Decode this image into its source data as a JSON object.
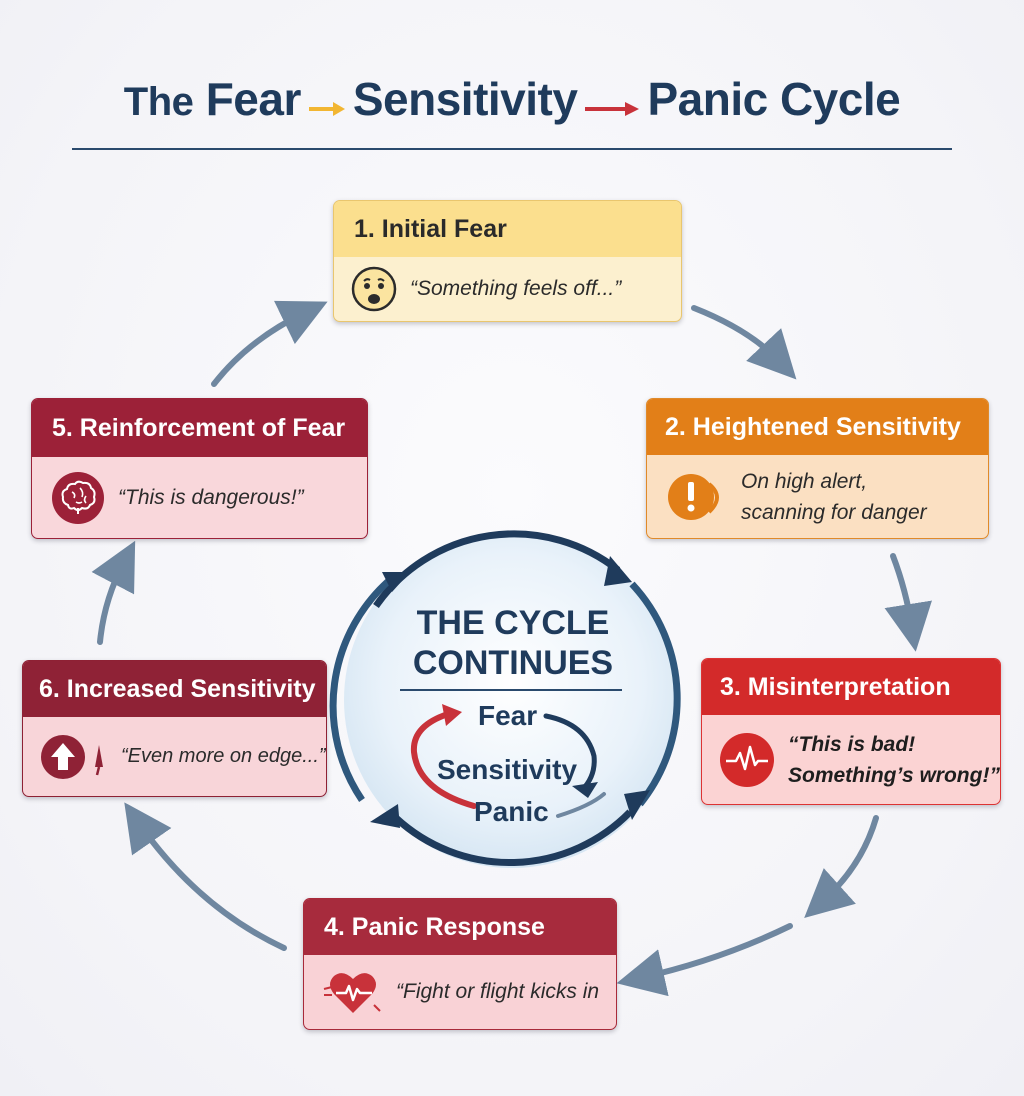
{
  "title": {
    "part1": "The",
    "part2": "Fear",
    "part3": "Sensitivity",
    "part4": "Panic Cycle"
  },
  "center": {
    "title_line1": "THE CYCLE",
    "title_line2": "CONTINUES",
    "words": [
      "Fear",
      "Sensitivity",
      "Panic"
    ]
  },
  "steps": [
    {
      "label": "1. Initial Fear",
      "text": "“Something feels off...”",
      "icon": "worried-face-icon",
      "color": "#fbdf8e"
    },
    {
      "label": "2. Heightened Sensitivity",
      "text_line1": "On high alert,",
      "text_line2": "scanning for danger",
      "icon": "exclamation-icon",
      "color": "#e27f18"
    },
    {
      "label": "3. Misinterpretation",
      "text_line1": "“This is bad!",
      "text_line2": "Something’s wrong!”",
      "icon": "heartbeat-pulse-icon",
      "color": "#d32a2a"
    },
    {
      "label": "4. Panic Response",
      "text": "“Fight or flight kicks in",
      "icon": "heart-pulse-icon",
      "color": "#a72b3d"
    },
    {
      "label": "5. Reinforcement of Fear",
      "text": "“This is dangerous!”",
      "icon": "brain-icon",
      "color": "#9c2138"
    },
    {
      "label": "6. Increased Sensitivity",
      "text": "“Even more on edge...”",
      "icon": "up-arrow-icon",
      "color": "#8f2236"
    }
  ],
  "colors": {
    "title": "#1f3b5c",
    "cycle_arrow": "#6f87a0",
    "center_ring": "#1f3b5c",
    "accent_red": "#c8323a",
    "accent_yellow": "#f2b632"
  }
}
